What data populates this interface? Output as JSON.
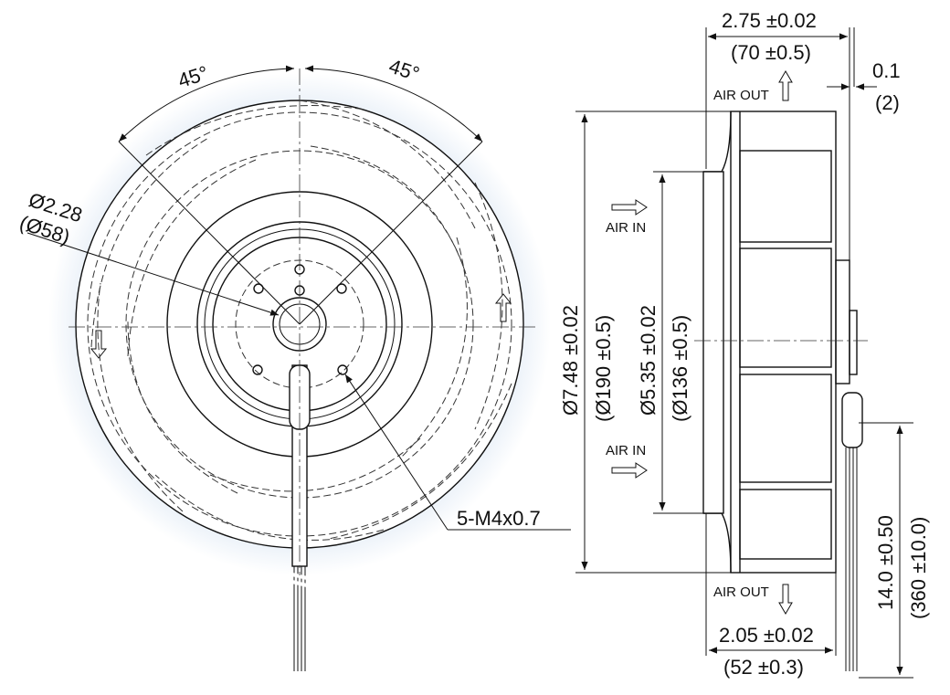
{
  "front_view": {
    "angle_left": "45°",
    "angle_right": "45°",
    "hub_diameter_in": "Ø2.28",
    "hub_diameter_mm": "(Ø58)",
    "screw_spec": "5-M4x0.7"
  },
  "side_view": {
    "depth_in": "2.75 ±0.02",
    "depth_mm": "(70 ±0.5)",
    "offset_in": "0.1",
    "offset_mm": "(2)",
    "air_out_top": "AIR OUT",
    "air_in_top": "AIR IN",
    "air_in_bottom": "AIR IN",
    "air_out_bottom": "AIR OUT",
    "outer_diameter_in": "Ø7.48 ±0.02",
    "outer_diameter_mm": "(Ø190 ±0.5)",
    "inlet_diameter_in": "Ø5.35 ±0.02",
    "inlet_diameter_mm": "(Ø136 ±0.5)",
    "lead_length_in": "14.0 ±0.50",
    "lead_length_mm": "(360 ±10.0)",
    "impeller_depth_in": "2.05 ±0.02",
    "impeller_depth_mm": "(52 ±0.3)"
  },
  "colors": {
    "line": "#111111",
    "glow": "#e6eef7"
  }
}
